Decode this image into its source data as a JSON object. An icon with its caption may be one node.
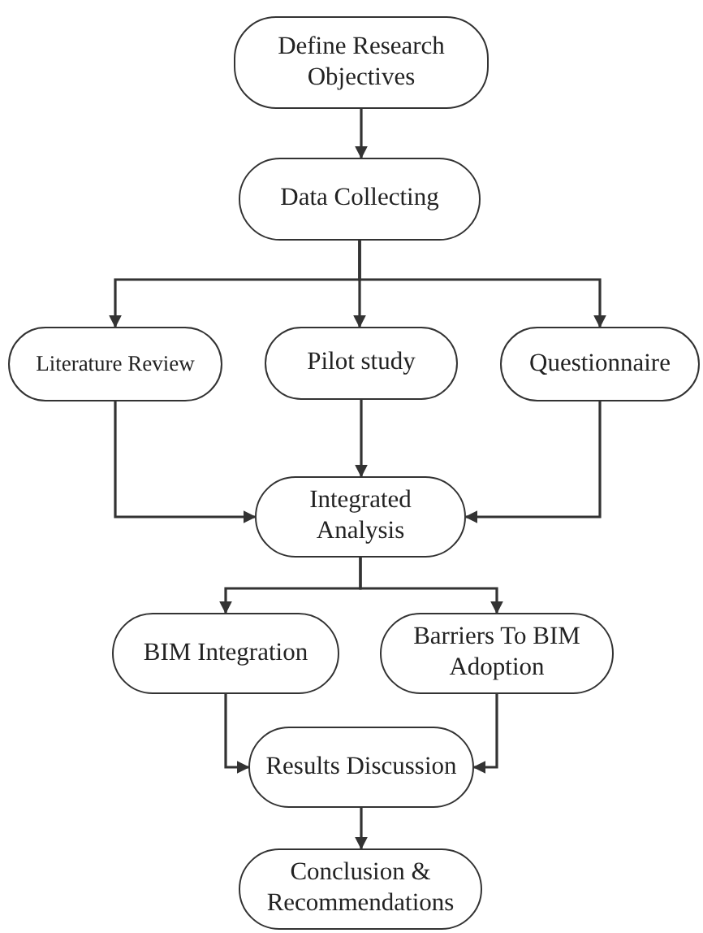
{
  "diagram": {
    "nodes": [
      {
        "text": [
          "Define Research Objectives"
        ]
      },
      {
        "text": [
          "Data Collecting"
        ]
      },
      {
        "text": [
          "Literature Review"
        ]
      },
      {
        "text": [
          "Pilot study"
        ]
      },
      {
        "text": [
          "Questionnaire"
        ]
      },
      {
        "text": [
          "Integrated Analysis"
        ]
      },
      {
        "text": [
          "BIM Integration"
        ]
      },
      {
        "text": [
          "Barriers To BIM Adoption"
        ]
      },
      {
        "text": [
          "Results Discussion"
        ]
      },
      {
        "text": [
          "Conclusion & Recommendations"
        ]
      }
    ],
    "edges": [
      {
        "from": 0,
        "to": 1,
        "arrow": "to"
      },
      {
        "from": 1,
        "to": 2,
        "arrow": "to"
      },
      {
        "from": 1,
        "to": 3,
        "arrow": "to"
      },
      {
        "from": 1,
        "to": 4,
        "arrow": "to"
      },
      {
        "from": 2,
        "to": 5,
        "arrow": "to"
      },
      {
        "from": 3,
        "to": 5,
        "arrow": "to"
      },
      {
        "from": 4,
        "to": 5,
        "arrow": "to"
      },
      {
        "from": 5,
        "to": 6,
        "arrow": "to"
      },
      {
        "from": 5,
        "to": 7,
        "arrow": "to"
      },
      {
        "from": 6,
        "to": 8,
        "arrow": "to"
      },
      {
        "from": 7,
        "to": 8,
        "arrow": "to"
      },
      {
        "from": 8,
        "to": 9,
        "arrow": "to"
      }
    ]
  }
}
